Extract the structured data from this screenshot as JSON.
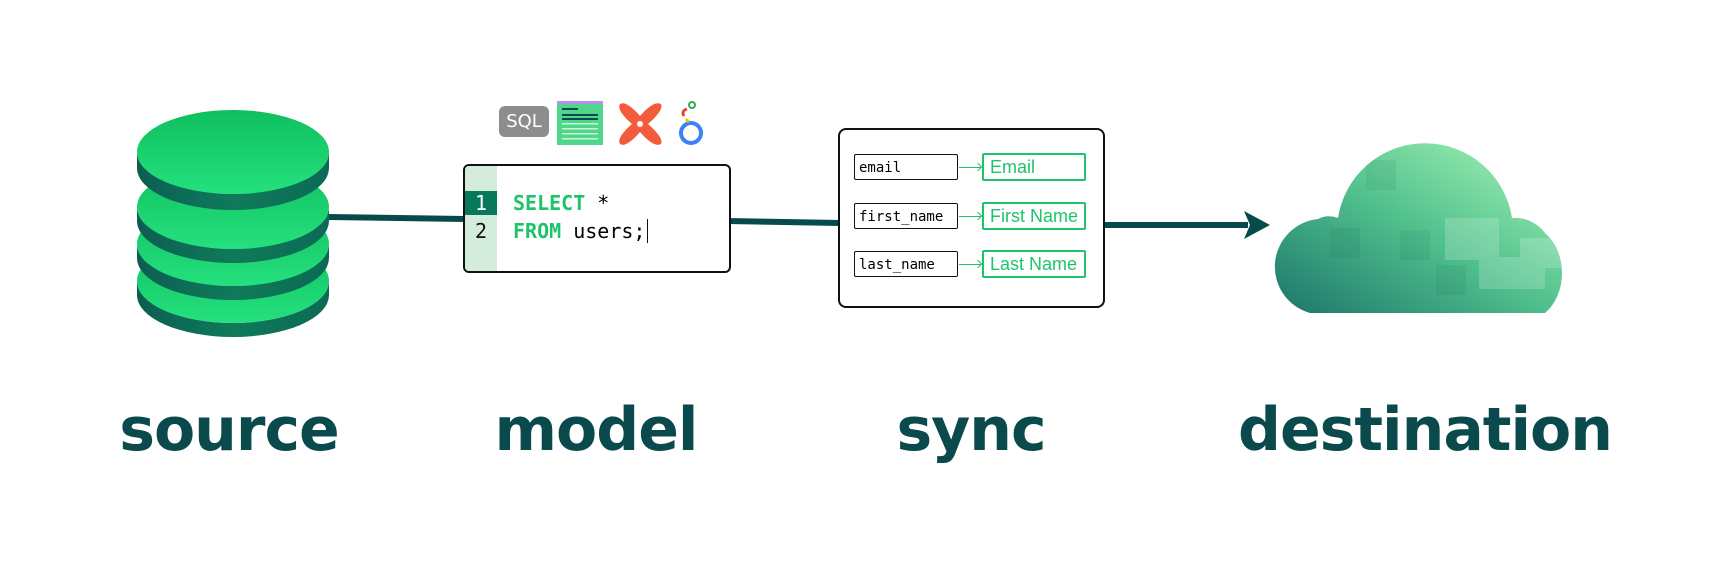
{
  "stages": {
    "source": "source",
    "model": "model",
    "sync": "sync",
    "destination": "destination"
  },
  "model_tools": {
    "icons": [
      "sql-icon",
      "spreadsheet-icon",
      "dbt-icon",
      "looker-icon"
    ],
    "sql_label": "SQL"
  },
  "code_editor": {
    "lines": [
      {
        "number": "1",
        "keyword": "SELECT",
        "rest": " *"
      },
      {
        "number": "2",
        "keyword": "FROM",
        "rest": " users;"
      }
    ]
  },
  "sync_mappings": [
    {
      "source": "email",
      "destination": "Email"
    },
    {
      "source": "first_name",
      "destination": "First Name"
    },
    {
      "source": "last_name",
      "destination": "Last Name"
    }
  ],
  "colors": {
    "brand_green": "#1ec46a",
    "dark_teal": "#0b4a4c",
    "connector": "#064a4c"
  }
}
